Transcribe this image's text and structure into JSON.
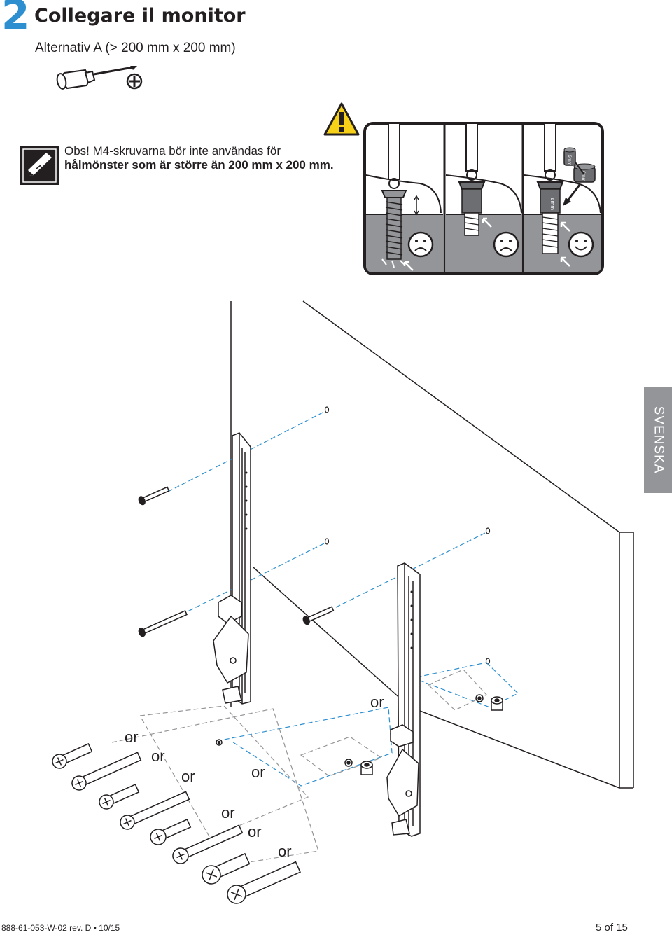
{
  "header": {
    "step_number": "2",
    "title": "Collegare il monitor",
    "subtitle": "Alternativ A (> 200 mm x 200 mm)"
  },
  "note": {
    "line1": "Obs! M4-skruvarna  bör inte användas för",
    "line2": "hålmönster som är större än 200 mm x 200 mm."
  },
  "warning_panel": {
    "spacer_label_1": "6mm",
    "spacer_label_2": "6mm",
    "spacer_label_3": "6mm"
  },
  "diagram": {
    "or_labels": [
      "or",
      "or",
      "or",
      "or",
      "or",
      "or",
      "or",
      "or"
    ]
  },
  "side_tab": {
    "label": "SVENSKA"
  },
  "footer": {
    "doc_code": "888-61-053-W-02 rev. D • 10/15",
    "page": "5 of 15"
  },
  "icons": [
    "screwdriver-icon",
    "phillips-head-icon",
    "pencil-note-icon",
    "warning-triangle-icon",
    "sad-face-icon",
    "happy-face-icon"
  ]
}
